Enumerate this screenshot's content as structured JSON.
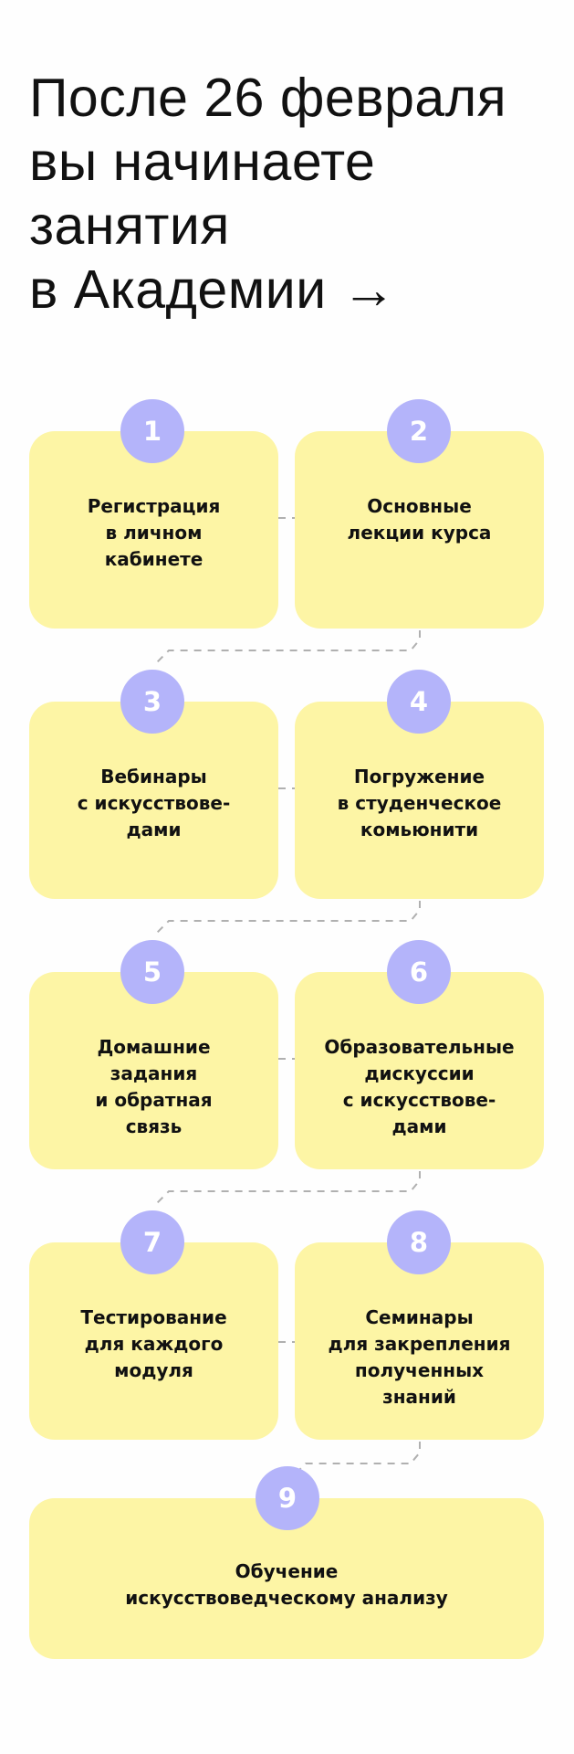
{
  "title": {
    "lines": [
      "После 26 февраля",
      "вы начинаете",
      "занятия",
      "в Академии →"
    ]
  },
  "steps": [
    {
      "num": "1",
      "text": "Регистрация\nв личном\nкабинете"
    },
    {
      "num": "2",
      "text": "Основные\nлекции курса"
    },
    {
      "num": "3",
      "text": "Вебинары\nс искусствове-\nдами"
    },
    {
      "num": "4",
      "text": "Погружение\nв студенческое\nкомьюнити"
    },
    {
      "num": "5",
      "text": "Домашние\nзадания\nи обратная\nсвязь"
    },
    {
      "num": "6",
      "text": "Образовательные\nдискуссии\nс искусствове-\nдами"
    },
    {
      "num": "7",
      "text": "Тестирование\nдля каждого\nмодуля"
    },
    {
      "num": "8",
      "text": "Семинары\nдля закрепления\nполученных\nзнаний"
    },
    {
      "num": "9",
      "text": "Обучение\nискусствоведческому анализу"
    }
  ],
  "colors": {
    "card": "#fdf5a5",
    "badge": "#b4b4fa",
    "connector": "#b0b0b0"
  }
}
